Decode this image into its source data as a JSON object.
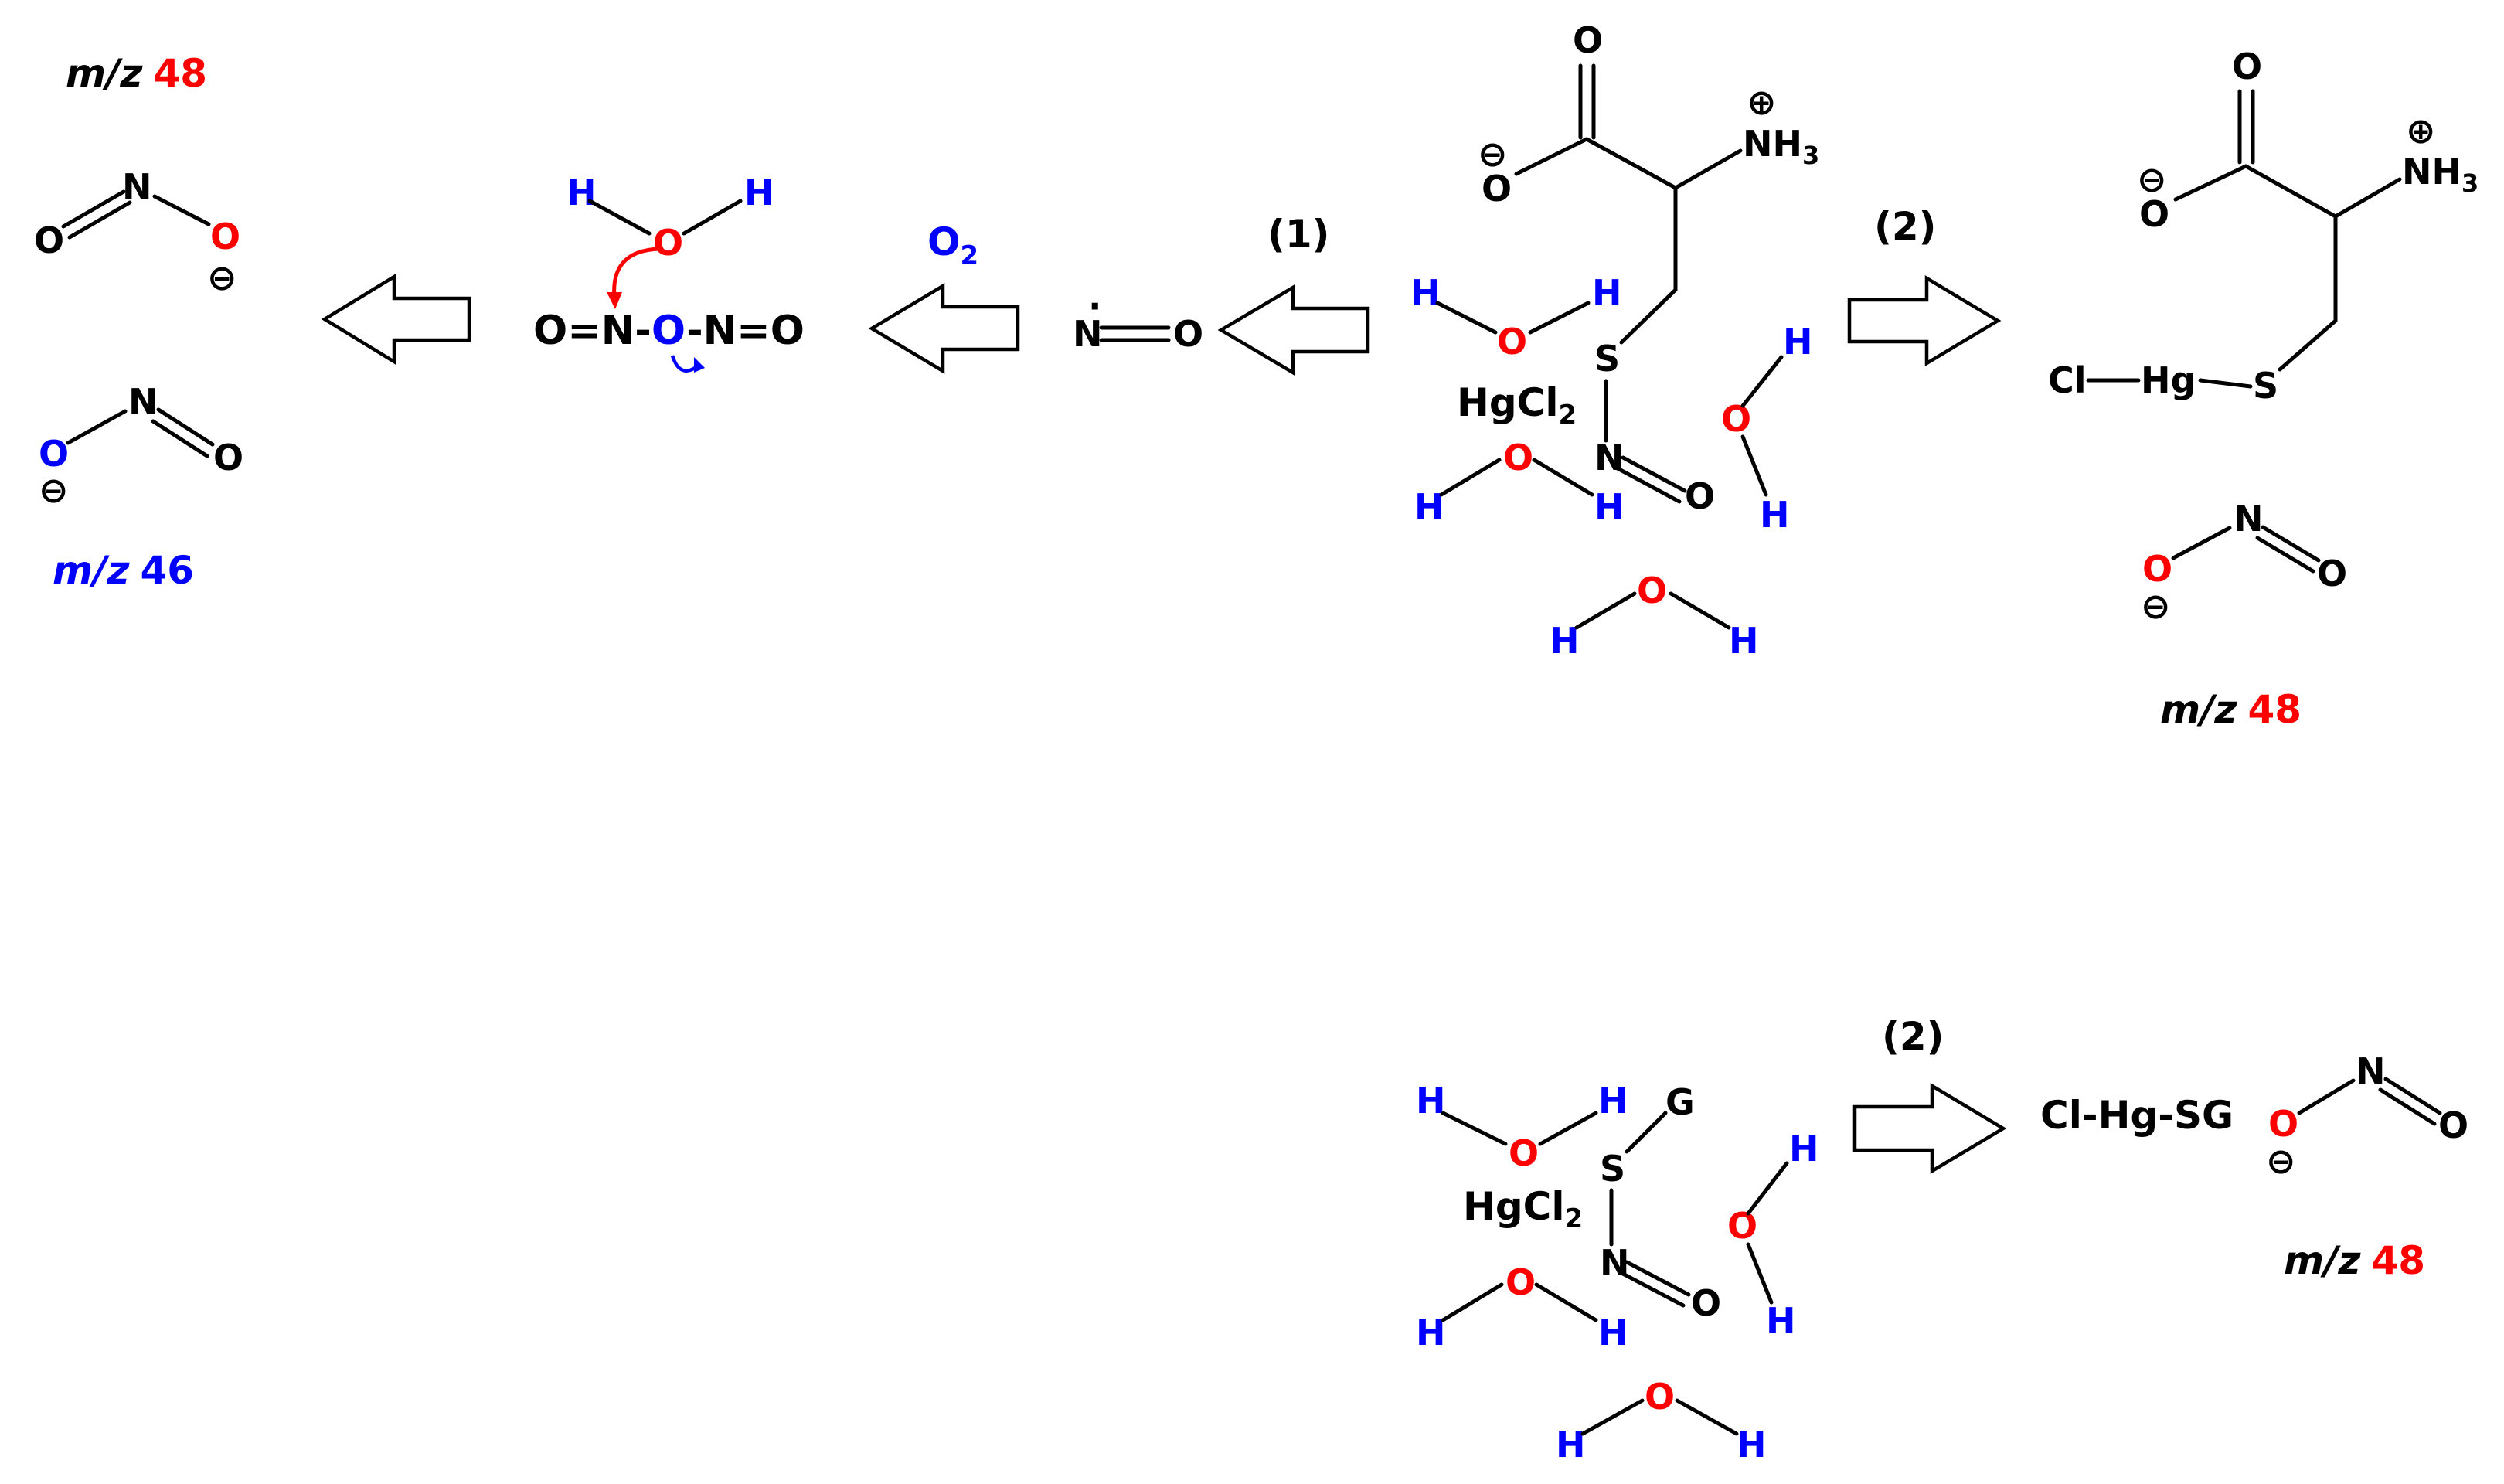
{
  "colors": {
    "black": "#000000",
    "red": "#ff0000",
    "blue": "#0000ff"
  },
  "labels": {
    "step1": "(1)",
    "step2": "(2)",
    "o2": "O",
    "o2_sub": "2",
    "hgcl2": "HgCl",
    "hgcl2_sub": "2",
    "nh3": "NH",
    "nh3_sub": "3",
    "clhg": "Cl",
    "hg": "Hg",
    "clhgsg": "Cl-Hg-SG",
    "no_radical": "N",
    "n2o3_a": "O=N-",
    "n2o3_b": "O",
    "n2o3_c": "-N=O"
  },
  "mz": {
    "prefix": "m/z",
    "v48": "48",
    "v46": "46"
  },
  "atoms": {
    "O": "O",
    "N": "N",
    "H": "H",
    "S": "S",
    "G": "G",
    "minus": "⊖",
    "plus": "⊕",
    "dot": "·"
  }
}
